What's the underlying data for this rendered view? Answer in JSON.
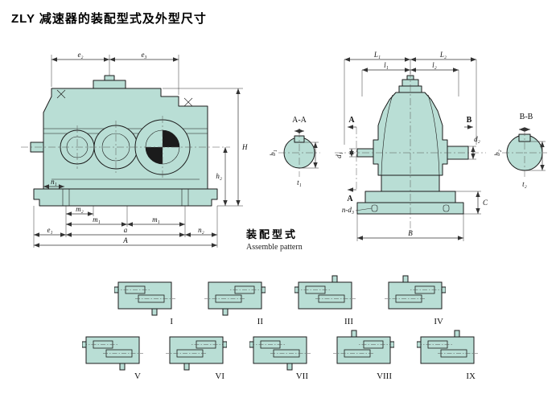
{
  "page": {
    "title": "ZLY 减速器的装配型式及外型尺寸",
    "colors": {
      "teal": "#b9ded5",
      "line": "#1b1b1b",
      "dim": "#333333",
      "bg": "#ffffff"
    }
  },
  "side_view": {
    "dims": {
      "e2": "e₂",
      "e3": "e₃",
      "H": "H",
      "h2": "h₂",
      "n1": "n₁",
      "m2": "m₂",
      "m1a": "m₁",
      "m1b": "m₁",
      "e1": "e₁",
      "a": "a",
      "A": "A",
      "n2": "n₂"
    }
  },
  "section_aa": {
    "title": "A-A",
    "b1": "b₁",
    "t1": "t₁"
  },
  "front_view": {
    "dims": {
      "L1": "L₁",
      "L2": "L₂",
      "l1": "l₁",
      "l2": "l₂",
      "cutA_top": "A",
      "cutA_bottom": "A",
      "cutB": "B",
      "d1": "d₁",
      "d2": "d₂",
      "C": "C",
      "nd3": "n-d₃",
      "B": "B"
    }
  },
  "section_bb": {
    "title": "B-B",
    "b2": "b₂",
    "t2": "t₂"
  },
  "assemble": {
    "cn": "装配型式",
    "en": "Assemble pattern"
  },
  "patterns": [
    {
      "label": "I",
      "flip": false,
      "stub": "down"
    },
    {
      "label": "II",
      "flip": true,
      "stub": "down"
    },
    {
      "label": "III",
      "flip": false,
      "stub": "up"
    },
    {
      "label": "IV",
      "flip": true,
      "stub": "up"
    },
    {
      "label": "V",
      "flip": false,
      "stub": "down"
    },
    {
      "label": "VI",
      "flip": true,
      "stub": "down"
    },
    {
      "label": "VII",
      "flip": false,
      "stub": "down"
    },
    {
      "label": "VIII",
      "flip": true,
      "stub": "up"
    },
    {
      "label": "IX",
      "flip": false,
      "stub": "up"
    }
  ]
}
